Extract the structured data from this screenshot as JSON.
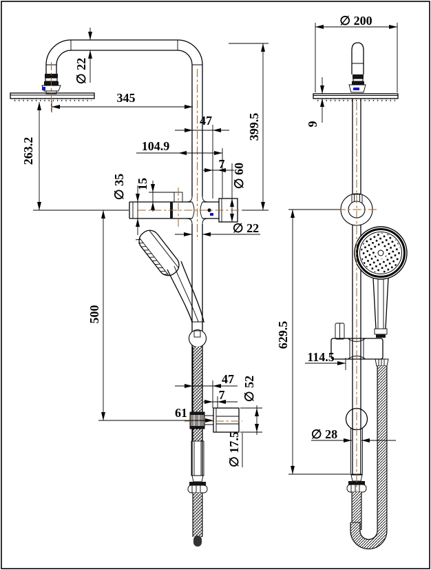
{
  "drawing": {
    "type": "technical dimension drawing - shower column, two orthographic views",
    "front_view": {
      "dims": {
        "dia_arm_pipe": "∅ 22",
        "arm_reach": "345",
        "head_drop": "263.2",
        "arm_height": "399.5",
        "offset_47_top": "47",
        "bracket_offset": "104.9",
        "offset_7_top": "7",
        "dia_flange": "∅ 60",
        "dia_bracket_arm": "∅ 35",
        "stub_height": "15",
        "dia_riser": "∅ 22",
        "rail_length": "500",
        "offset_47_bottom": "47",
        "offset_7_bottom": "7",
        "elbow_offset": "61",
        "dia_elbow_flange": "∅ 52",
        "dia_elbow_spout": "∅ 17.5"
      }
    },
    "side_view": {
      "dims": {
        "dia_head": "∅ 200",
        "plate_thickness": "9",
        "rail_total": "629.5",
        "bracket_reach": "114.5",
        "dia_slider": "∅ 28"
      }
    },
    "colors": {
      "line": "#000000",
      "centerline": "#9a652b",
      "connector_mark_blue": "#1515c8",
      "background": "#ffffff"
    }
  }
}
